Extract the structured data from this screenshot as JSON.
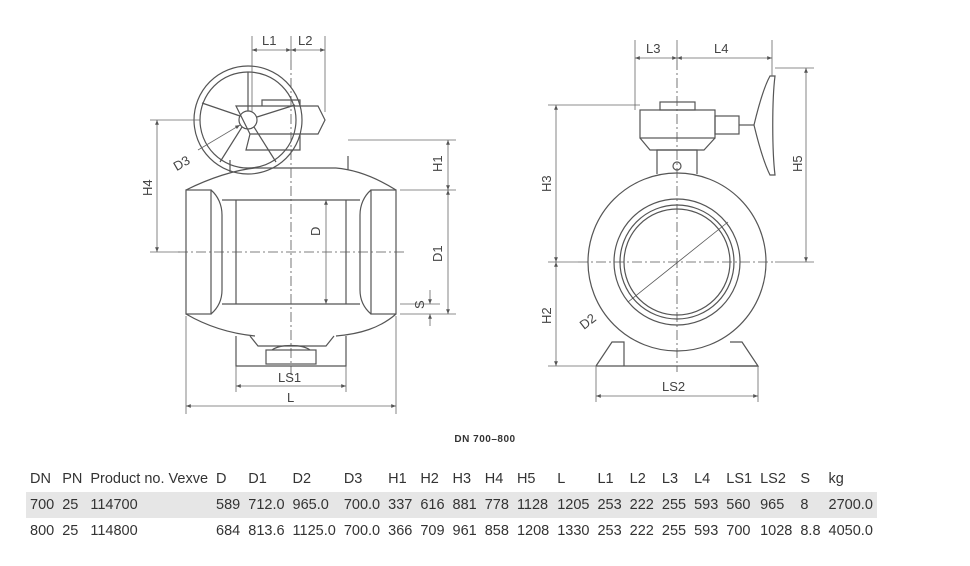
{
  "labels": {
    "left_view": {
      "L1": "L1",
      "L2": "L2",
      "D3": "D3",
      "H4": "H4",
      "H1": "H1",
      "D": "D",
      "D1": "D1",
      "S": "S",
      "LS1": "LS1",
      "L": "L"
    },
    "right_view": {
      "L3": "L3",
      "L4": "L4",
      "H3": "H3",
      "H5": "H5",
      "H2": "H2",
      "D2": "D2",
      "LS2": "LS2"
    }
  },
  "caption": "DN 700–800",
  "table": {
    "headers": [
      "DN",
      "PN",
      "Product no. Vexve",
      "D",
      "D1",
      "D2",
      "D3",
      "H1",
      "H2",
      "H3",
      "H4",
      "H5",
      "L",
      "L1",
      "L2",
      "L3",
      "L4",
      "LS1",
      "LS2",
      "S",
      "kg"
    ],
    "rows": [
      [
        "700",
        "25",
        "114700",
        "589",
        "712.0",
        "965.0",
        "700.0",
        "337",
        "616",
        "881",
        "778",
        "1128",
        "1205",
        "253",
        "222",
        "255",
        "593",
        "560",
        "965",
        "8",
        "2700.0"
      ],
      [
        "800",
        "25",
        "114800",
        "684",
        "813.6",
        "1125.0",
        "700.0",
        "366",
        "709",
        "961",
        "858",
        "1208",
        "1330",
        "253",
        "222",
        "255",
        "593",
        "700",
        "1028",
        "8.8",
        "4050.0"
      ]
    ]
  }
}
